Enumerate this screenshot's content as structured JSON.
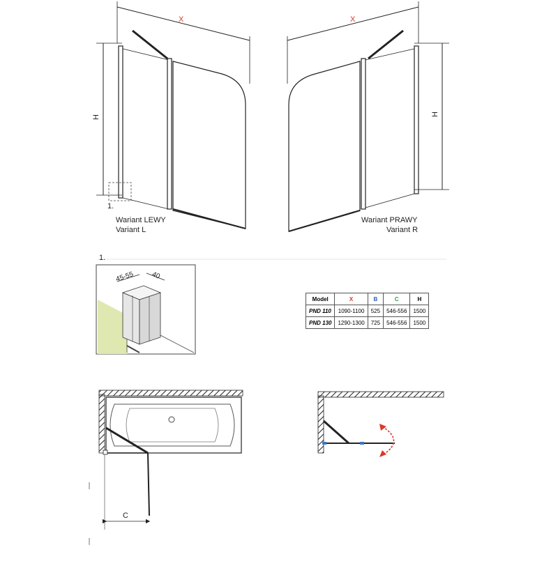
{
  "labels": {
    "x_top_left": "X",
    "x_top_right": "X",
    "h_left": "H",
    "h_right": "H",
    "detail_ref": "1.",
    "detail_header": "1.",
    "variant_left_pl": "Wariant LEWY",
    "variant_left_en": "Variant L",
    "variant_right_pl": "Wariant PRAWY",
    "variant_right_en": "Variant R",
    "detail_45_55": "45-55",
    "detail_40": "40",
    "c_label": "C"
  },
  "table": {
    "headers": [
      "Model",
      "X",
      "B",
      "C",
      "H"
    ],
    "rows": [
      [
        "PND 110",
        "1090-1100",
        "525",
        "546-556",
        "1500"
      ],
      [
        "PND 130",
        "1290-1300",
        "725",
        "546-556",
        "1500"
      ]
    ]
  },
  "colors": {
    "x_header": "#d63a2a",
    "b_header": "#2a5fb0",
    "c_header": "#2a9d4a",
    "wall_fill": "#dfe8b0",
    "arrow": "#d63a2a"
  }
}
